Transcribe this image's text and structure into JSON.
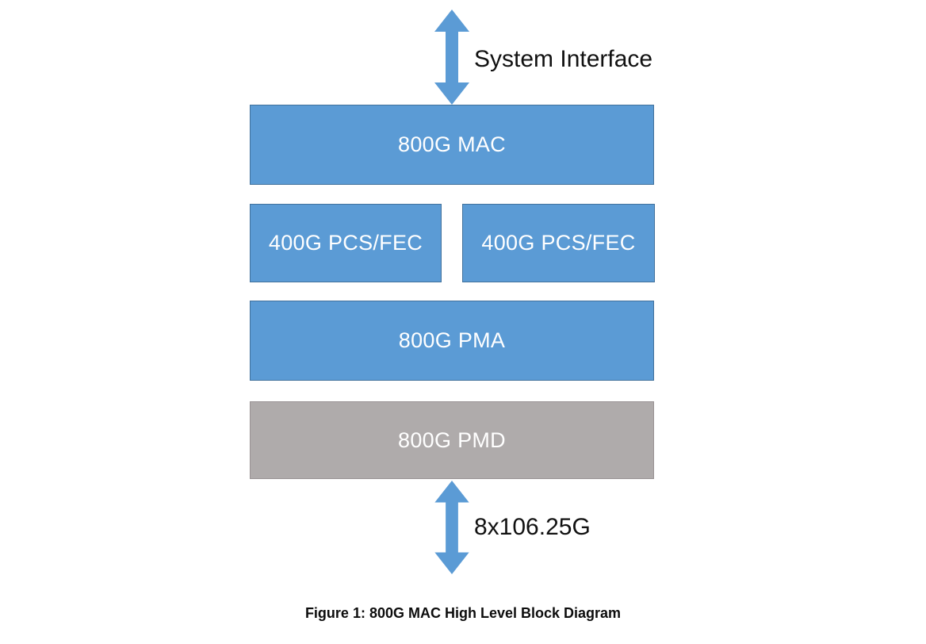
{
  "diagram": {
    "top_arrow_label": "System Interface",
    "bottom_arrow_label": "8x106.25G",
    "caption": "Figure 1: 800G MAC High Level Block Diagram",
    "blocks": [
      {
        "id": "mac",
        "label": "800G MAC"
      },
      {
        "id": "pcs-fec-left",
        "label": "400G PCS/FEC"
      },
      {
        "id": "pcs-fec-right",
        "label": "400G PCS/FEC"
      },
      {
        "id": "pma",
        "label": "800G PMA"
      },
      {
        "id": "pmd",
        "label": "800G PMD"
      }
    ],
    "colors": {
      "block_blue": "#5b9bd5",
      "block_blue_border": "#41719c",
      "block_gray": "#afabab",
      "block_gray_border": "#999394",
      "arrow_blue": "#5b9bd5",
      "text_on_block": "#ffffff",
      "label_text": "#111111"
    }
  }
}
